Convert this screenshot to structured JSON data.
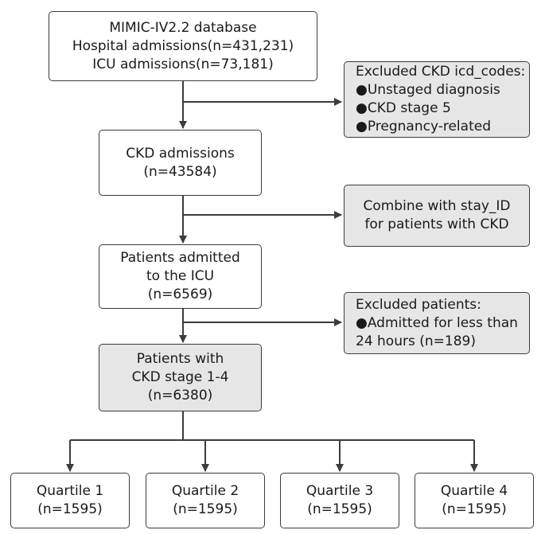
{
  "boxes": {
    "source": [
      "MIMIC-IV2.2 database",
      "Hospital admissions(n=431,231)",
      "ICU admissions(n=73,181)"
    ],
    "excluded_codes": [
      "Excluded CKD icd_codes:",
      "●Unstaged diagnosis",
      "●CKD stage 5",
      "●Pregnancy-related"
    ],
    "ckd_admissions": [
      "CKD admissions",
      "(n=43584)"
    ],
    "combine": [
      "Combine with stay_ID",
      "for patients with CKD"
    ],
    "icu_admitted": [
      "Patients admitted",
      "to the ICU",
      "(n=6569)"
    ],
    "excluded_patients": [
      "Excluded patients:",
      "●Admitted for less than",
      "24 hours (n=189)"
    ],
    "ckd_stage": [
      "Patients with",
      "CKD stage 1-4",
      "(n=6380)"
    ],
    "quartiles": [
      [
        "Quartile 1",
        "(n=1595)"
      ],
      [
        "Quartile 2",
        "(n=1595)"
      ],
      [
        "Quartile 3",
        "(n=1595)"
      ],
      [
        "Quartile 4",
        "(n=1595)"
      ]
    ]
  }
}
